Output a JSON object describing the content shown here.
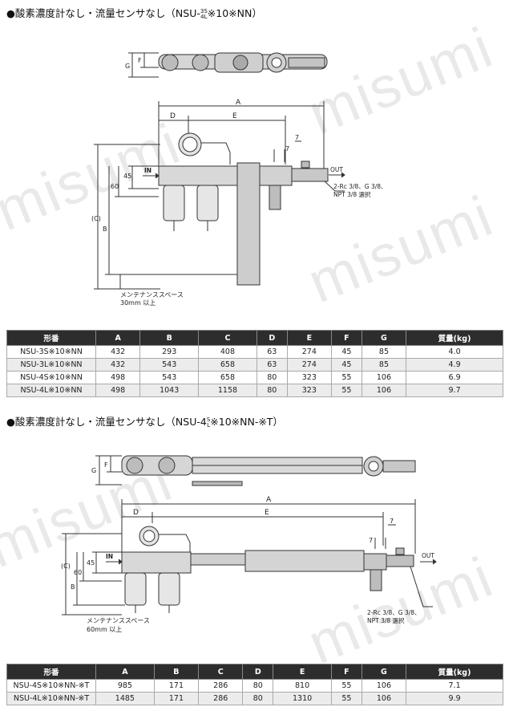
{
  "section1": {
    "title_pre": "●酸素濃度計なし・流量センサなし（NSU-",
    "title_sup_top": "3S",
    "title_sup_bot": "4L",
    "title_post": "※10※NN）",
    "dims": {
      "A": "A",
      "B": "B",
      "C": "(C)",
      "D": "D",
      "E": "E",
      "F": "F",
      "G": "G",
      "h45": "45",
      "h60": "60",
      "h7a": "7",
      "h7b": "7"
    },
    "in_label": "IN",
    "out_label": "OUT",
    "port_note_1": "2-Rc 3/8、G 3/8、",
    "port_note_2": "NPT 3/8 選択",
    "maint_1": "メンテナンススペース",
    "maint_2": "30mm 以上",
    "table": {
      "headers": [
        "形番",
        "A",
        "B",
        "C",
        "D",
        "E",
        "F",
        "G",
        "質量(kg)"
      ],
      "rows": [
        [
          "NSU-3S※10※NN",
          "432",
          "293",
          "408",
          "63",
          "274",
          "45",
          "85",
          "4.0"
        ],
        [
          "NSU-3L※10※NN",
          "432",
          "543",
          "658",
          "63",
          "274",
          "45",
          "85",
          "4.9"
        ],
        [
          "NSU-4S※10※NN",
          "498",
          "543",
          "658",
          "80",
          "323",
          "55",
          "106",
          "6.9"
        ],
        [
          "NSU-4L※10※NN",
          "498",
          "1043",
          "1158",
          "80",
          "323",
          "55",
          "106",
          "9.7"
        ]
      ]
    }
  },
  "section2": {
    "title_pre": "●酸素濃度計なし・流量センサなし（NSU-4",
    "title_sup_top": "S",
    "title_sup_bot": "L",
    "title_post": "※10※NN-※T）",
    "dims": {
      "A": "A",
      "B": "B",
      "C": "(C)",
      "D": "D",
      "E": "E",
      "F": "F",
      "G": "G",
      "h45": "45",
      "h60": "60",
      "h7a": "7",
      "h7b": "7"
    },
    "in_label": "IN",
    "out_label": "OUT",
    "port_note_1": "2-Rc 3/8、G 3/8、",
    "port_note_2": "NPT 3/8 選択",
    "maint_1": "メンテナンススペース",
    "maint_2": "60mm 以上",
    "table": {
      "headers": [
        "形番",
        "A",
        "B",
        "C",
        "D",
        "E",
        "F",
        "G",
        "質量(kg)"
      ],
      "rows": [
        [
          "NSU-4S※10※NN-※T",
          "985",
          "171",
          "286",
          "80",
          "810",
          "55",
          "106",
          "7.1"
        ],
        [
          "NSU-4L※10※NN-※T",
          "1485",
          "171",
          "286",
          "80",
          "1310",
          "55",
          "106",
          "9.9"
        ]
      ]
    }
  }
}
